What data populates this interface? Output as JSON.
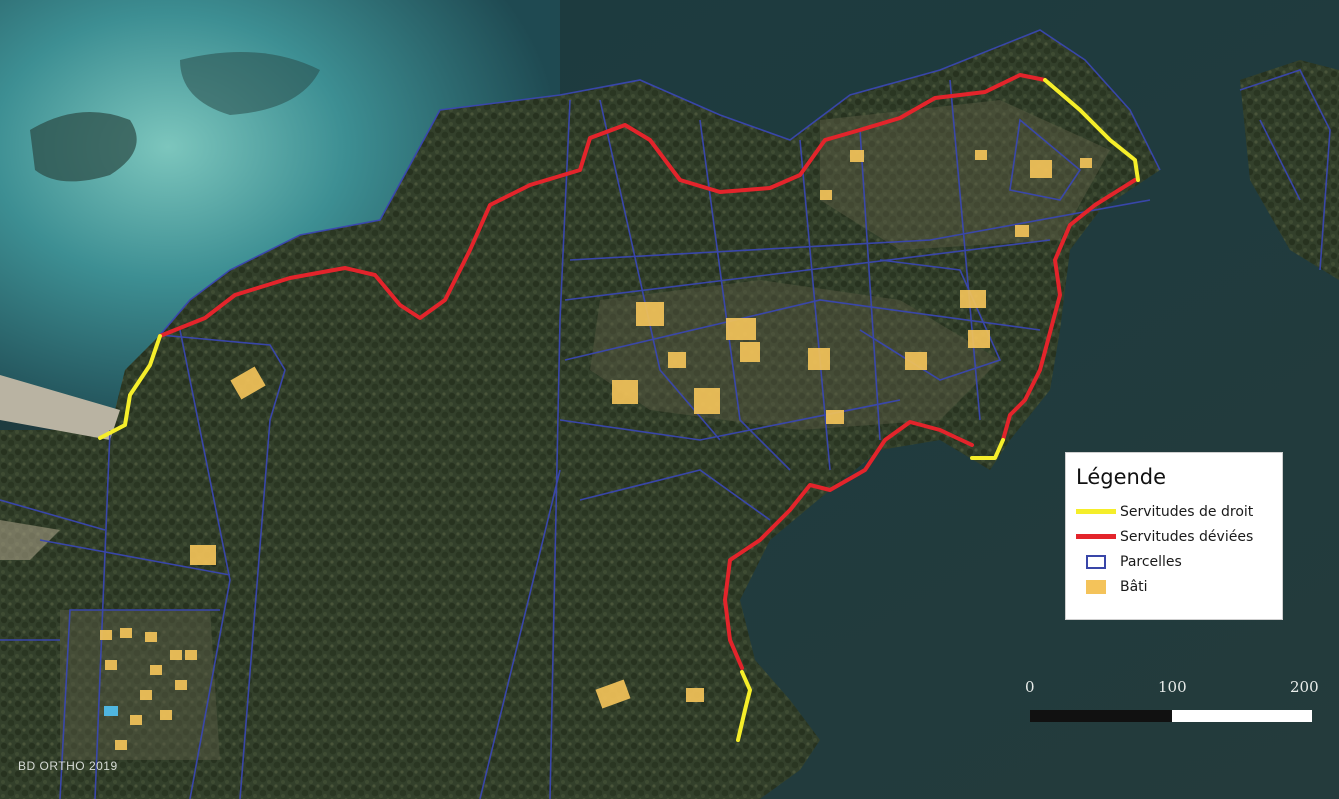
{
  "legend": {
    "title": "Légende",
    "items": [
      {
        "label": "Servitudes de droit",
        "kind": "line",
        "color": "#f5ee2a"
      },
      {
        "label": "Servitudes déviées",
        "kind": "line",
        "color": "#e3242b"
      },
      {
        "label": "Parcelles",
        "kind": "box",
        "color": "#3946a8"
      },
      {
        "label": "Bâti",
        "kind": "fill",
        "color": "#f4c35a"
      }
    ]
  },
  "scale": {
    "ticks": [
      "0",
      "100",
      "200"
    ]
  },
  "credit": "BD ORTHO 2019",
  "colors": {
    "sea_deep": "#1d3b40",
    "sea_shallow": "#5fb3b0",
    "land": "#2f3b26",
    "parcel": "#3946a8",
    "route_right": "#f5ee2a",
    "route_deviated": "#e3242b",
    "building": "#f4c35a"
  }
}
